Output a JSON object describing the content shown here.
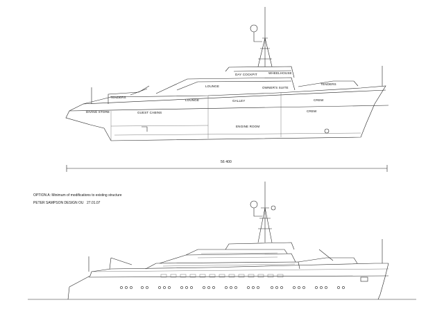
{
  "drawing": {
    "rooms": {
      "tenders_fwd": "TENDERS",
      "diving_store": "DIVING STORE",
      "guest_cabins": "GUEST CABINS",
      "lounge_upper": "LOUNGE",
      "lounge_main": "LOUNGE",
      "day_cockpit": "DAY COCKPIT",
      "wheelhouse": "WHEELHOUSE",
      "owners_suite": "OWNER'S SUITE",
      "tenders_aft": "TENDERS",
      "galley": "GALLEY",
      "crew_upper": "CREW",
      "crew_lower": "CREW",
      "engine_room": "ENGINE ROOM"
    },
    "dimension": "56 400",
    "caption": {
      "option": "OPTION A: Minimum of modifications to existing structure",
      "designer": "PETER SAMPSON DESIGN OU",
      "date": "27.01.07"
    }
  }
}
